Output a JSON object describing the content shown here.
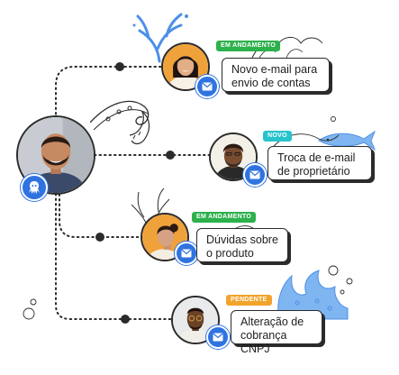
{
  "colors": {
    "accent_blue": "#2f73e0",
    "status_in_progress": "#2db14c",
    "status_new": "#27c3cc",
    "status_pending": "#f2a32c",
    "ink": "#2b2b2b"
  },
  "agent": {
    "avatar_icon": "person-avatar",
    "badge_icon": "octopus-icon"
  },
  "tickets": [
    {
      "status": "EM ANDAMENTO",
      "status_color": "#2db14c",
      "title": "Novo e-mail para\nenvio de contas",
      "channel_icon": "mail-icon"
    },
    {
      "status": "NOVO",
      "status_color": "#27c3cc",
      "title": "Troca de e-mail\nde proprietário",
      "channel_icon": "mail-icon"
    },
    {
      "status": "EM ANDAMENTO",
      "status_color": "#2db14c",
      "title": "Dúvidas sobre\no produto",
      "channel_icon": "mail-icon"
    },
    {
      "status": "PENDENTE",
      "status_color": "#f2a32c",
      "title": "Alteração de\ncobrança CNPJ",
      "channel_icon": "mail-icon"
    }
  ]
}
